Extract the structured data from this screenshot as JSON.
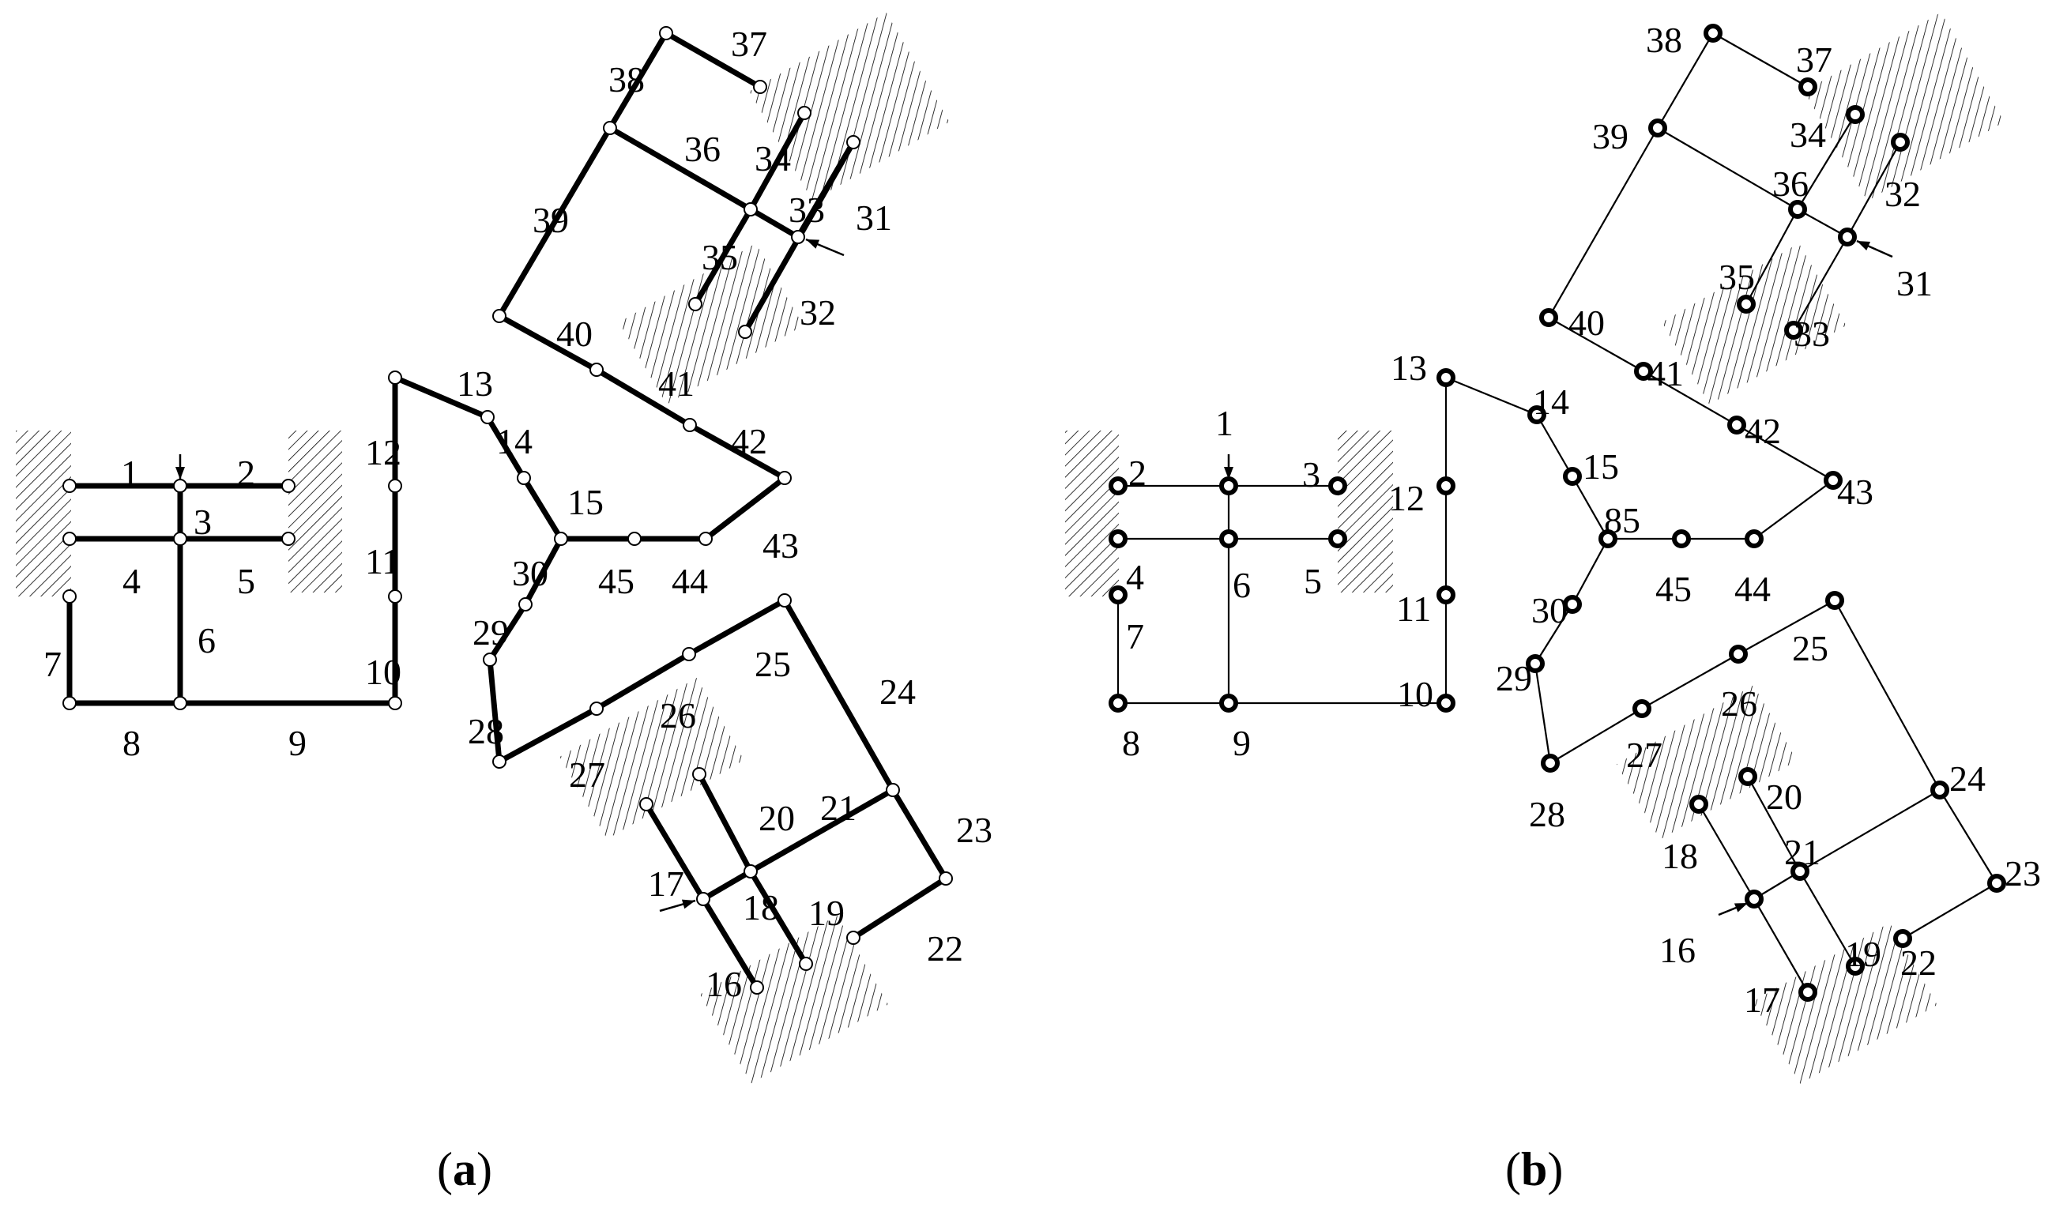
{
  "panels": [
    {
      "id": "a",
      "caption": "a",
      "node_labels": [
        "1",
        "2",
        "3",
        "4",
        "5",
        "6",
        "7",
        "8",
        "9",
        "10",
        "11",
        "12",
        "13",
        "14",
        "15",
        "16",
        "17",
        "18",
        "19",
        "20",
        "21",
        "22",
        "23",
        "24",
        "25",
        "26",
        "27",
        "28",
        "29",
        "30",
        "31",
        "32",
        "33",
        "34",
        "35",
        "36",
        "37",
        "38",
        "39",
        "40",
        "41",
        "42",
        "43",
        "44",
        "45"
      ]
    },
    {
      "id": "b",
      "caption": "b",
      "node_labels": [
        "1",
        "2",
        "3",
        "4",
        "5",
        "6",
        "7",
        "8",
        "9",
        "10",
        "11",
        "12",
        "13",
        "14",
        "15",
        "16",
        "17",
        "18",
        "19",
        "20",
        "21",
        "22",
        "23",
        "24",
        "25",
        "26",
        "27",
        "28",
        "29",
        "30",
        "31",
        "32",
        "33",
        "34",
        "35",
        "36",
        "37",
        "38",
        "39",
        "40",
        "41",
        "42",
        "43",
        "44",
        "45",
        "85"
      ]
    }
  ]
}
